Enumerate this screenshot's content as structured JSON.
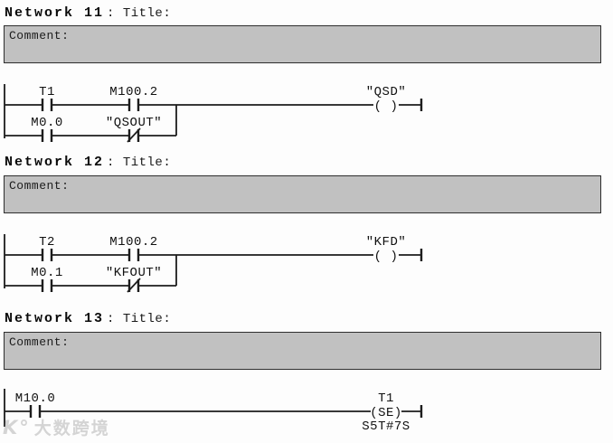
{
  "colors": {
    "page_bg": "#fdfdfd",
    "comment_bg": "#c1c1c1",
    "comment_border": "#2e2e2e",
    "wire": "#1c1c1c",
    "text": "#111111"
  },
  "networks": [
    {
      "name": "Network 11",
      "title": ": Title:",
      "comment": "Comment:",
      "rung": {
        "contact1": "T1",
        "contact2": "M100.2",
        "branch_contact1": "M0.0",
        "branch_contact2": "\"QSOUT\"",
        "coil_label": "\"QSD\"",
        "coil_symbol": "( )"
      }
    },
    {
      "name": "Network 12",
      "title": ": Title:",
      "comment": "Comment:",
      "rung": {
        "contact1": "T2",
        "contact2": "M100.2",
        "branch_contact1": "M0.1",
        "branch_contact2": "\"KFOUT\"",
        "coil_label": "\"KFD\"",
        "coil_symbol": "( )"
      }
    },
    {
      "name": "Network 13",
      "title": ": Title:",
      "comment": "Comment:",
      "rung": {
        "contact1": "M10.0",
        "coil_label": "T1",
        "coil_symbol": "(SE)",
        "time_value": "S5T#7S"
      }
    }
  ],
  "watermark": {
    "logo": "K°",
    "text": "大数跨境"
  }
}
